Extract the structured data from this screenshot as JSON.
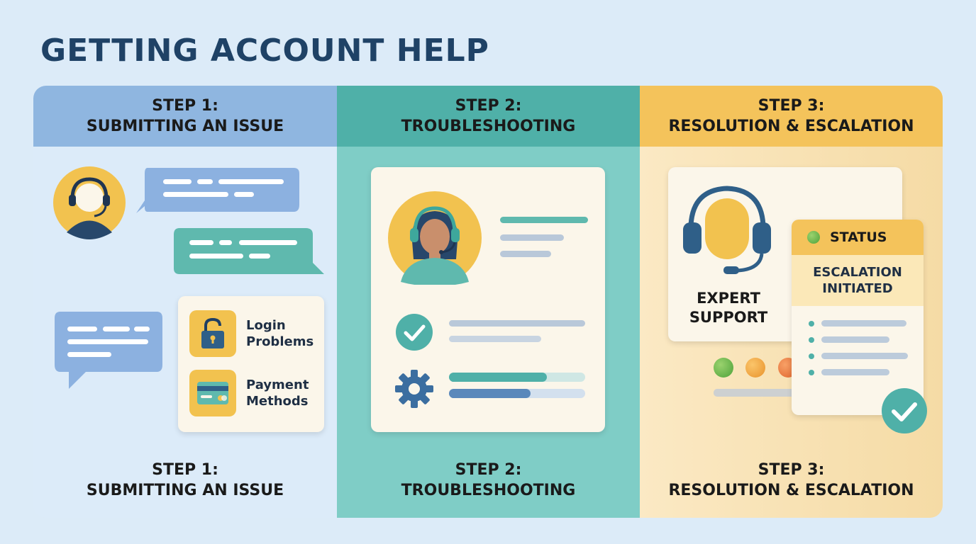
{
  "title": "GETTING ACCOUNT HELP",
  "steps": [
    {
      "line1": "STEP 1:",
      "line2": "SUBMITTING AN ISSUE"
    },
    {
      "line1": "STEP 2:",
      "line2": "TROUBLESHOOTING"
    },
    {
      "line1": "STEP 3:",
      "line2": "RESOLUTION & ESCALATION"
    }
  ],
  "step1": {
    "options": [
      {
        "icon": "lock-icon",
        "line1": "Login",
        "line2": "Problems"
      },
      {
        "icon": "credit-card-icon",
        "line1": "Payment",
        "line2": "Methods"
      }
    ]
  },
  "step3": {
    "expert": {
      "line1": "EXPERT",
      "line2": "SUPPORT"
    },
    "status": {
      "header": "STATUS",
      "line1": "ESCALATION",
      "line2": "INITIATED"
    }
  },
  "colors": {
    "blue": "#8fb6e0",
    "teal": "#4fb0a8",
    "yellow": "#f4c35b",
    "navy": "#1f4266"
  }
}
